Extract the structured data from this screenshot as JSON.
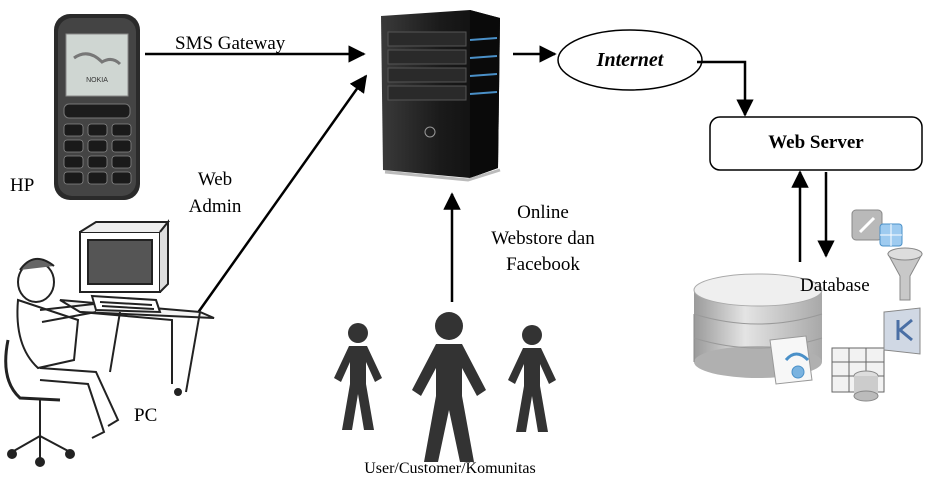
{
  "labels": {
    "sms_gateway": "SMS Gateway",
    "internet": "Internet",
    "web_server": "Web Server",
    "hp": "HP",
    "web_admin_line1": "Web",
    "web_admin_line2": "Admin",
    "online_line1": "Online",
    "online_line2": "Webstore dan",
    "online_line3": "Facebook",
    "database": "Database",
    "pc": "PC",
    "users": "User/Customer/Komunitas"
  },
  "images": {
    "phone": "nokia-mobile-phone-icon",
    "phone_brand": "NOKIA",
    "server": "server-tower-icon",
    "pc": "person-at-computer-icon",
    "people": "three-person-figures-icon",
    "database": "database-cylinder-icon"
  },
  "colors": {
    "arrow": "#000000",
    "server_body": "#1c1c1c",
    "server_light": "#4a90c8",
    "person": "#333333",
    "db_gray": "#c8c8c8"
  }
}
